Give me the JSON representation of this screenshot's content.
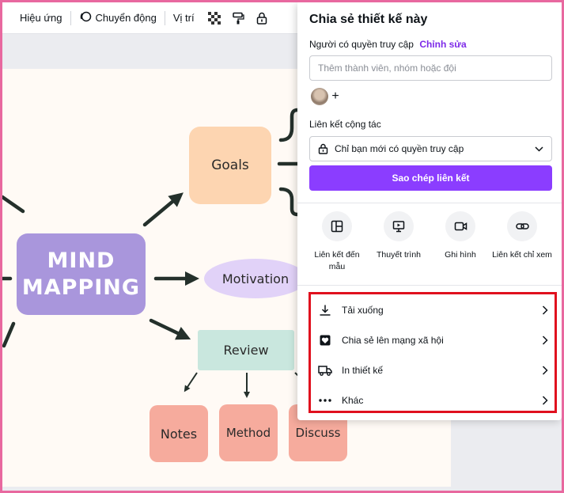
{
  "toolbar": {
    "effects_label": "Hiệu ứng",
    "animate_label": "Chuyển động",
    "position_label": "Vị trí"
  },
  "canvas": {
    "center": "MIND\nMAPPING",
    "goals": "Goals",
    "motivation": "Motivation",
    "review": "Review",
    "notes": "Notes",
    "method": "Method",
    "discuss": "Discuss"
  },
  "share_panel": {
    "title": "Chia sẻ thiết kế này",
    "access_label": "Người có quyền truy cập",
    "edit_link": "Chỉnh sửa",
    "member_placeholder": "Thêm thành viên, nhóm hoặc đội",
    "collab_label": "Liên kết cộng tác",
    "access_value": "Chỉ bạn mới có quyền truy cập",
    "copy_button": "Sao chép liên kết",
    "options": [
      {
        "label": "Liên kết đến mẫu",
        "icon": "template-icon"
      },
      {
        "label": "Thuyết trình",
        "icon": "present-icon"
      },
      {
        "label": "Ghi hình",
        "icon": "record-icon"
      },
      {
        "label": "Liên kết chỉ xem",
        "icon": "link-icon"
      }
    ],
    "actions": [
      {
        "label": "Tải xuống",
        "icon": "download-icon"
      },
      {
        "label": "Chia sẻ lên mạng xã hội",
        "icon": "social-heart-icon"
      },
      {
        "label": "In thiết kế",
        "icon": "truck-icon"
      },
      {
        "label": "Khác",
        "icon": "more-icon"
      }
    ]
  },
  "colors": {
    "accent": "#8b3dff",
    "highlight_border": "#e0101e",
    "frame_border": "#e8689f"
  }
}
